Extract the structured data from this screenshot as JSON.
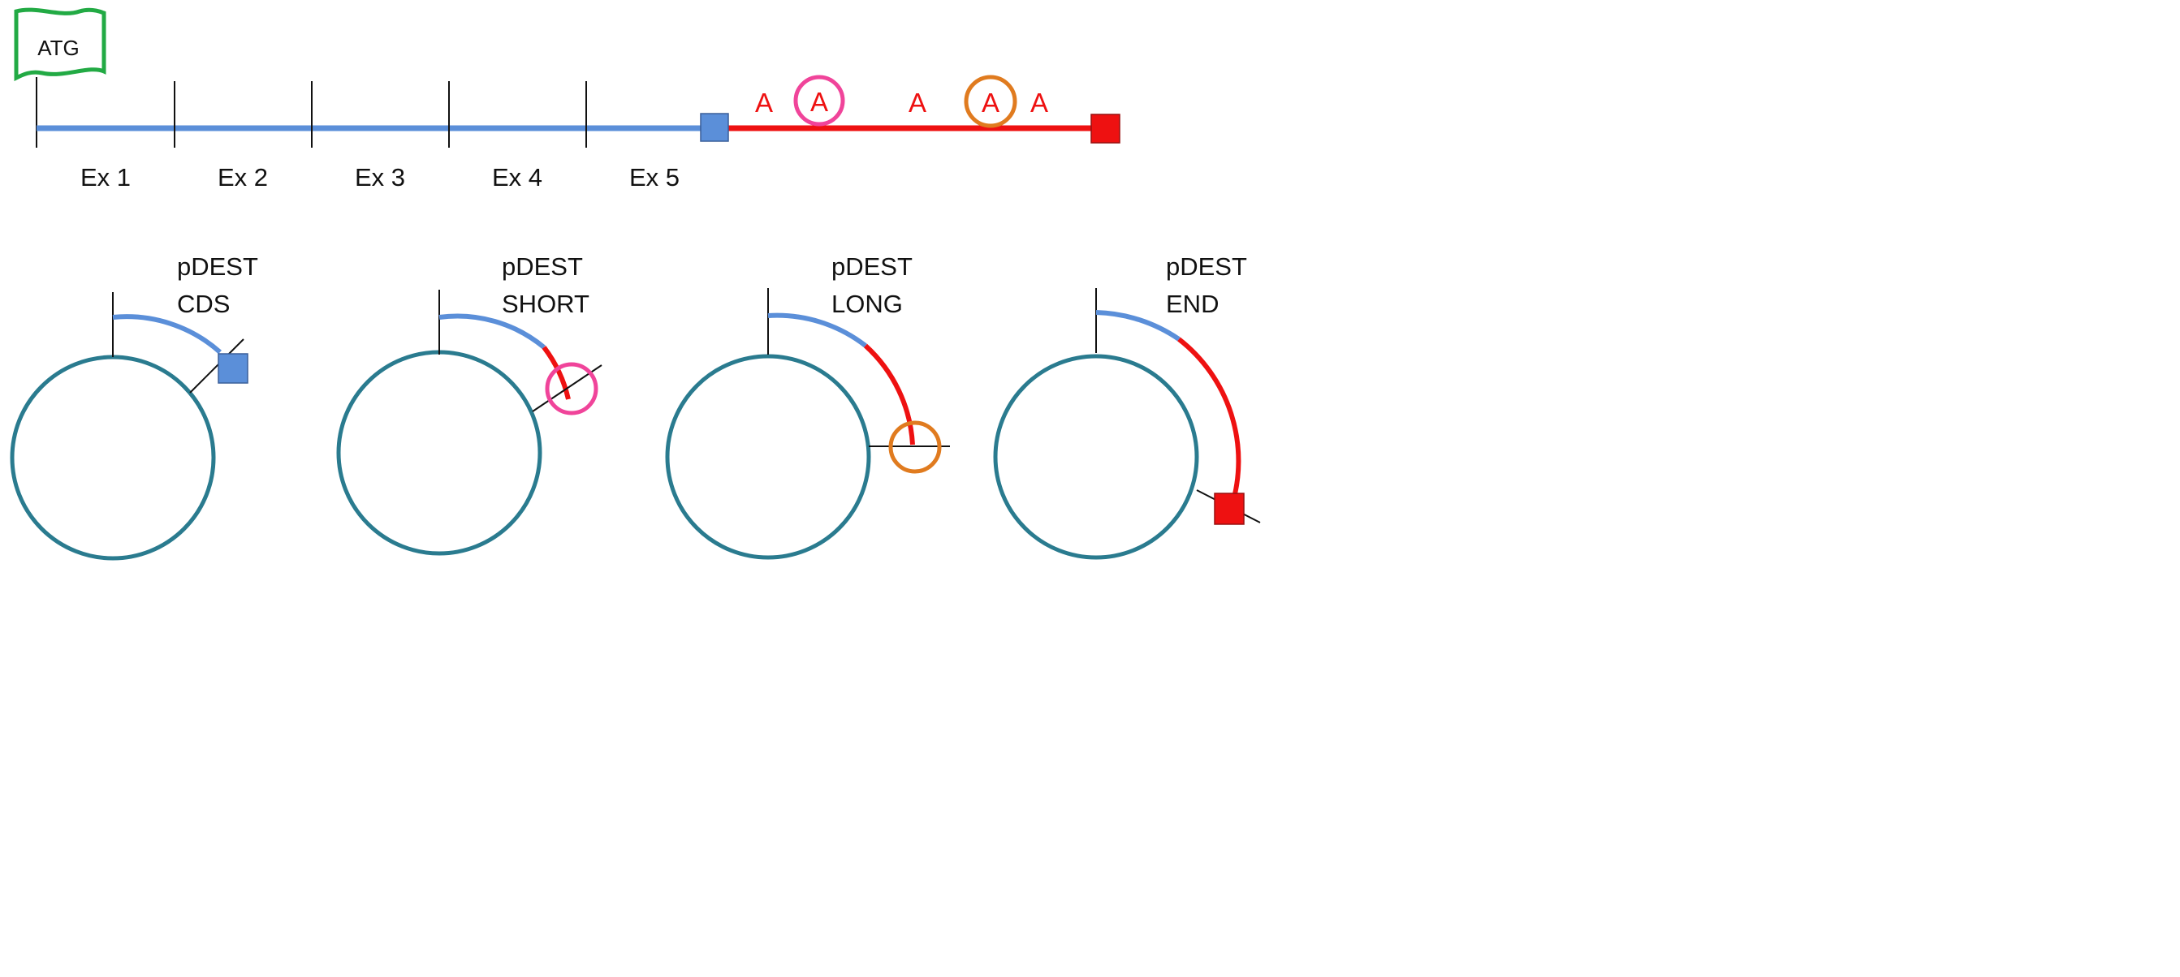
{
  "start_flag": {
    "label": "ATG"
  },
  "exons": [
    "Ex 1",
    "Ex 2",
    "Ex 3",
    "Ex 4",
    "Ex 5"
  ],
  "polya_sites": [
    {
      "label": "A",
      "circled": false
    },
    {
      "label": "A",
      "circled": true,
      "ring_color": "#f0449a"
    },
    {
      "label": "A",
      "circled": false
    },
    {
      "label": "A",
      "circled": true,
      "ring_color": "#e07b1f"
    },
    {
      "label": "A",
      "circled": false
    }
  ],
  "constructs": [
    {
      "line1": "pDEST",
      "line2": "CDS",
      "end_marker": "blue-square"
    },
    {
      "line1": "pDEST",
      "line2": "SHORT",
      "end_marker": "pink-circle"
    },
    {
      "line1": "pDEST",
      "line2": "LONG",
      "end_marker": "orange-circle"
    },
    {
      "line1": "pDEST",
      "line2": "END",
      "end_marker": "red-square"
    }
  ],
  "colors": {
    "coding": "#5b8fd9",
    "utr": "#ee1111",
    "plasmid": "#2a7b8f",
    "flag": "#22aa44",
    "pink": "#f0449a",
    "orange": "#e07b1f",
    "line": "#111111"
  }
}
